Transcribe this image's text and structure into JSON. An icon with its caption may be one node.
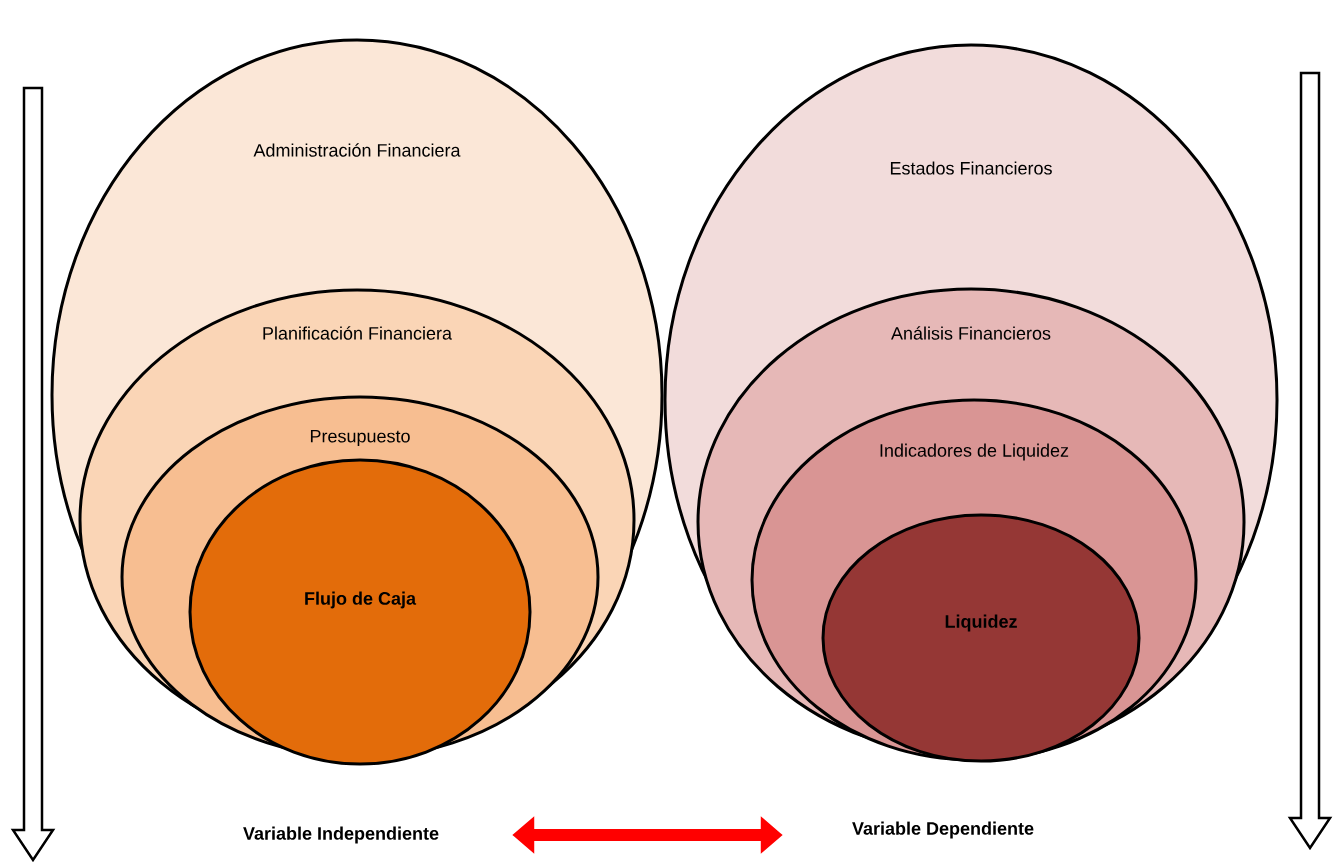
{
  "diagram": {
    "nodes": [
      {
        "text": [
          "Administración Financiera"
        ]
      },
      {
        "text": [
          "Planificación Financiera"
        ],
        "in": 0
      },
      {
        "text": [
          "Presupuesto"
        ],
        "in": 1
      },
      {
        "text": [
          "Flujo de Caja"
        ],
        "in": 2
      },
      {
        "text": [
          "Estados Financieros"
        ]
      },
      {
        "text": [
          "Análisis Financieros"
        ],
        "in": 4
      },
      {
        "text": [
          "Indicadores de Liquidez"
        ],
        "in": 5
      },
      {
        "text": [
          "Liquidez"
        ],
        "in": 6
      },
      {
        "text": [
          "Variable Independiente"
        ]
      },
      {
        "text": [
          "Variable Dependiente"
        ]
      }
    ],
    "edges": [
      {
        "from": 8,
        "to": 9,
        "arrow": "both",
        "color": "#ff0000"
      }
    ]
  }
}
